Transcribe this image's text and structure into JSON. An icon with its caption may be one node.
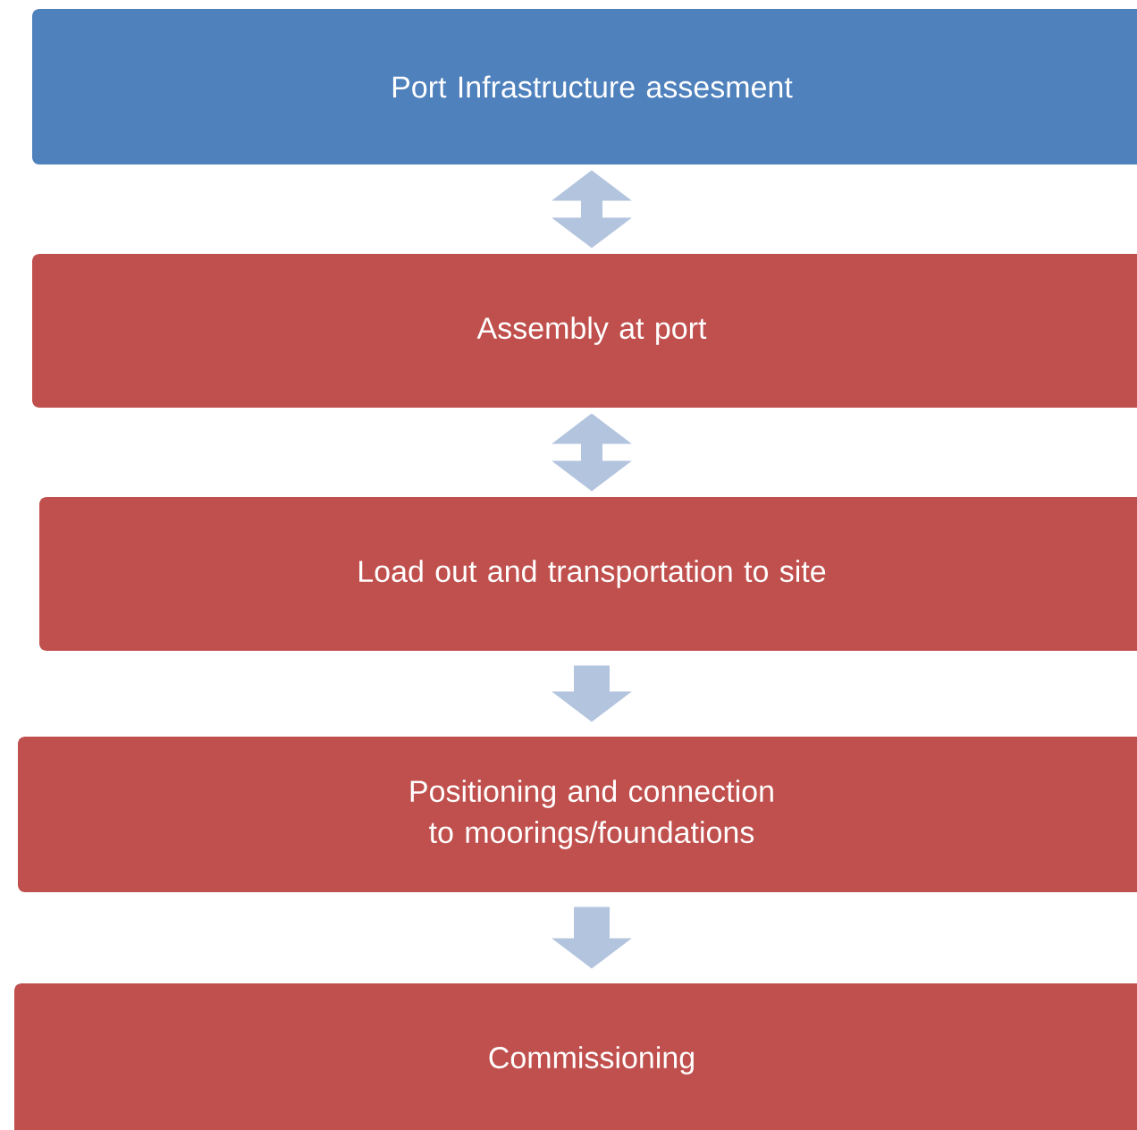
{
  "diagram": {
    "nodes": [
      {
        "text": [
          "Port Infrastructure assesment"
        ]
      },
      {
        "text": [
          "Assembly at port"
        ]
      },
      {
        "text": [
          "Load out and transportation to site"
        ]
      },
      {
        "text": [
          "Positioning and connection to moorings/foundations"
        ]
      },
      {
        "text": [
          "Commissioning"
        ]
      }
    ],
    "edges": [
      {
        "from": 0,
        "to": 1,
        "arrow": "both"
      },
      {
        "from": 1,
        "to": 2,
        "arrow": "both"
      },
      {
        "from": 2,
        "to": 3,
        "arrow": "to"
      },
      {
        "from": 3,
        "to": 4,
        "arrow": "to"
      }
    ]
  }
}
